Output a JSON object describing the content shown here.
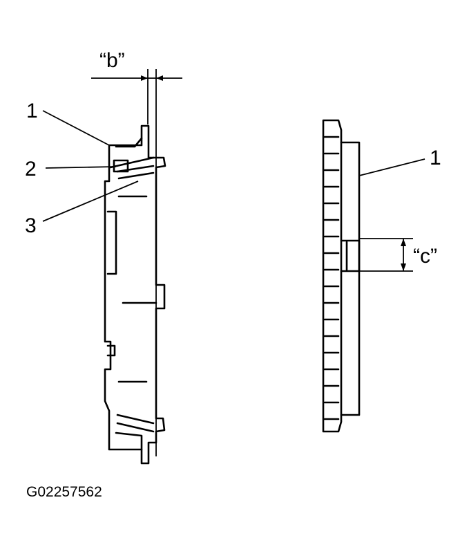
{
  "labels": {
    "dim_b": "“b”",
    "dim_c": "“c”",
    "left_1": "1",
    "left_2": "2",
    "left_3": "3",
    "right_1": "1",
    "figure_code": "G02257562"
  },
  "colors": {
    "ink": "#000000",
    "background": "#ffffff"
  }
}
